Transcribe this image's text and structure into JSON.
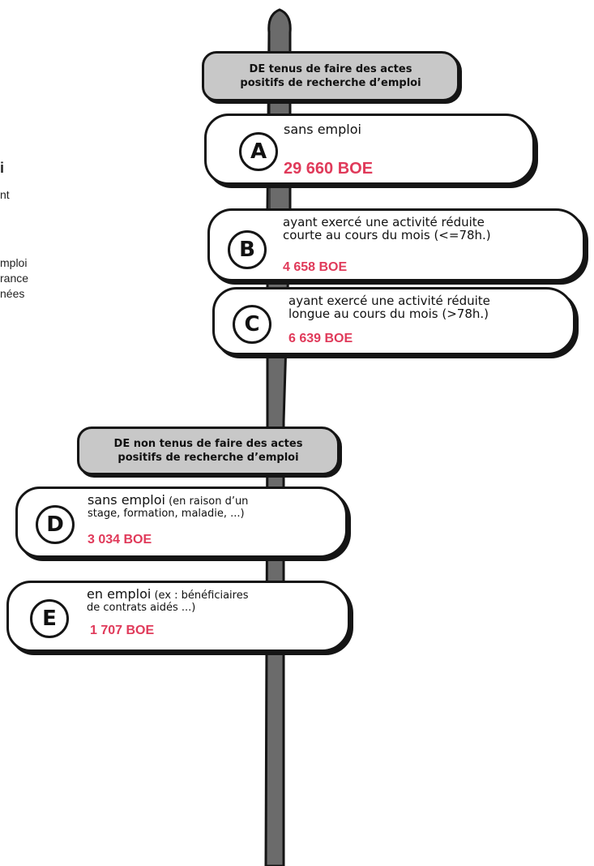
{
  "left_text": {
    "title": "i",
    "line1": "nt",
    "line2": "mploi",
    "line3": "rance",
    "line4": "nées"
  },
  "header1": {
    "line1": "DE tenus de faire des actes",
    "line2": "positifs de recherche d’emploi"
  },
  "header2": {
    "line1": "DE non tenus de faire des actes",
    "line2": "positifs de recherche d’emploi"
  },
  "boards": {
    "a": {
      "letter": "A",
      "text1": "sans emploi",
      "value": "29 660 BOE"
    },
    "b": {
      "letter": "B",
      "text1": "ayant exercé une activité réduite",
      "text2": "courte au cours du mois (<=78h.)",
      "value": "4 658 BOE"
    },
    "c": {
      "letter": "C",
      "text1": "ayant exercé une activité réduite",
      "text2": "longue au cours du mois (>78h.)",
      "value": "6 639 BOE"
    },
    "d": {
      "letter": "D",
      "text1a": "sans emploi",
      "text1b": " (en raison d’un",
      "text2": "stage, formation, maladie, ...)",
      "value": "3 034 BOE"
    },
    "e": {
      "letter": "E",
      "text1a": "en emploi",
      "text1b": " (ex : bénéficiaires",
      "text2": "de contrats aidés ...)",
      "value": "1 707 BOE"
    }
  },
  "colors": {
    "accent": "#e03a5a",
    "post": "#6b6b6b",
    "header_fill": "#c8c8c8"
  }
}
